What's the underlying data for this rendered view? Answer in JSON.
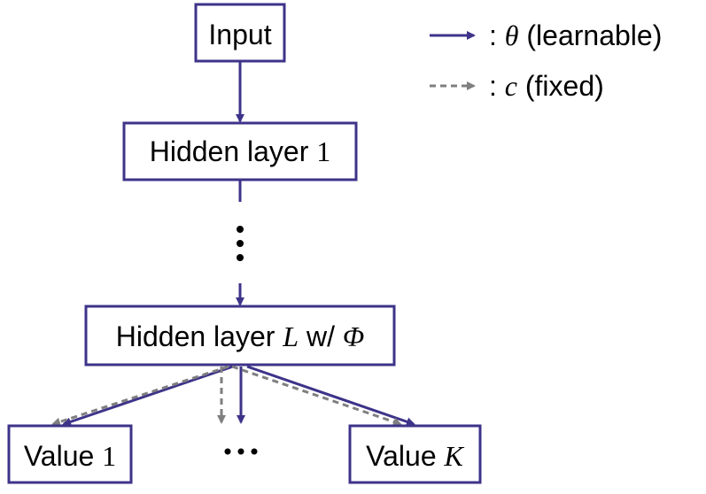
{
  "nodes": {
    "input": {
      "label": "Input"
    },
    "hidden1": {
      "label_prefix": "Hidden layer ",
      "label_index": "1"
    },
    "vdots": "⋮",
    "hiddenL": {
      "label_prefix": "Hidden layer ",
      "var_L": "L",
      "label_mid": " w/ ",
      "var_phi": "Φ"
    },
    "value1": {
      "label_prefix": "Value ",
      "label_index": "1"
    },
    "hdots": "⋯",
    "valueK": {
      "label_prefix": "Value ",
      "var_K": "K"
    }
  },
  "legend": {
    "learnable": {
      "sep": ": ",
      "symbol": "θ",
      "text": " (learnable)"
    },
    "fixed": {
      "sep": ": ",
      "symbol": "c",
      "text": " (fixed)"
    }
  },
  "colors": {
    "solid_arrow": "#3d3389",
    "dashed_arrow": "#7f7f7f",
    "node_border": "#3d3389"
  }
}
